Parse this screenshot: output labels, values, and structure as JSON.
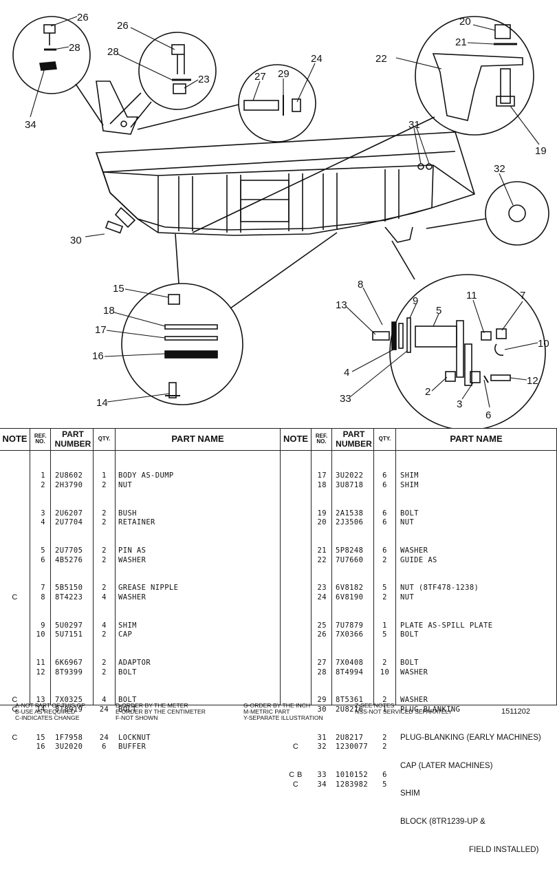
{
  "diagram": {
    "callouts": [
      "26",
      "28",
      "34",
      "26",
      "28",
      "23",
      "27",
      "29",
      "24",
      "20",
      "21",
      "22",
      "19",
      "31",
      "32",
      "30",
      "15",
      "18",
      "17",
      "16",
      "14",
      "8",
      "13",
      "9",
      "5",
      "11",
      "7",
      "10",
      "4",
      "33",
      "2",
      "3",
      "12",
      "6"
    ]
  },
  "table": {
    "headers": {
      "note": "NOTE",
      "ref": "REF. NO.",
      "part": "PART NUMBER",
      "qty": "QTY.",
      "name": "PART NAME"
    },
    "left": {
      "notes": [
        "",
        "",
        "",
        "",
        "",
        "",
        "",
        "C",
        "",
        "",
        "",
        "",
        "C",
        "C",
        "C",
        ""
      ],
      "refs": [
        "1",
        "2",
        "3",
        "4",
        "5",
        "6",
        "7",
        "8",
        "9",
        "10",
        "11",
        "12",
        "13",
        "14",
        "15",
        "16"
      ],
      "parts": [
        "2U8602",
        "2H3790",
        "2U6207",
        "2U7704",
        "2U7705",
        "4B5276",
        "5B5150",
        "8T4223",
        "5U0297",
        "5U7151",
        "6K6967",
        "8T9399",
        "7X0325",
        "8T8919",
        "1F7958",
        "3U2020"
      ],
      "qtys": [
        "1",
        "2",
        "2",
        "2",
        "2",
        "2",
        "2",
        "4",
        "4",
        "2",
        "2",
        "2",
        "4",
        "24",
        "24",
        "6"
      ],
      "names": [
        "BODY AS-DUMP",
        "NUT",
        "BUSH",
        "RETAINER",
        "PIN AS",
        "WASHER",
        "GREASE NIPPLE",
        "WASHER",
        "SHIM",
        "CAP",
        "ADAPTOR",
        "BOLT",
        "BOLT",
        "BOLT",
        "LOCKNUT",
        "BUFFER"
      ]
    },
    "right": {
      "notes": [
        "",
        "",
        "",
        "",
        "",
        "",
        "",
        "",
        "",
        "",
        "",
        "",
        "",
        "",
        "",
        "C",
        "C B",
        "C"
      ],
      "refs": [
        "17",
        "18",
        "19",
        "20",
        "21",
        "22",
        "23",
        "24",
        "25",
        "26",
        "27",
        "28",
        "29",
        "30",
        "31",
        "32",
        "33",
        "34"
      ],
      "parts": [
        "3U2022",
        "3U8718",
        "2A1538",
        "2J3506",
        "5P8248",
        "7U7660",
        "6V8182",
        "6V8190",
        "7U7879",
        "7X0366",
        "7X0408",
        "8T4994",
        "8T5361",
        "2U8216",
        "2U8217",
        "1230077",
        "1010152",
        "1283982"
      ],
      "qtys": [
        "6",
        "6",
        "6",
        "6",
        "6",
        "2",
        "5",
        "2",
        "1",
        "5",
        "2",
        "10",
        "2",
        "1",
        "2",
        "2",
        "6",
        "5"
      ],
      "names": [
        "SHIM",
        "SHIM",
        "BOLT",
        "NUT",
        "WASHER",
        "GUIDE AS",
        "NUT (8TF478-1238)",
        "NUT",
        "PLATE AS-SPILL PLATE",
        "BOLT",
        "BOLT",
        "WASHER",
        "WASHER",
        "PLUG-BLANKING",
        "PLUG-BLANKING (EARLY MACHINES)",
        "CAP (LATER MACHINES)",
        "SHIM",
        "BLOCK (8TR1239-UP &",
        "FIELD INSTALLED)"
      ]
    }
  },
  "legend": {
    "col1": [
      "A-NOT PART OF THIS GP.",
      "B-USE AS REQUIRED",
      "C-INDICATES CHANGE"
    ],
    "col2": [
      "D-ORDER BY THE METER",
      "E-ORDER BY THE CENTIMETER",
      "F-NOT SHOWN"
    ],
    "col3": [
      "G-ORDER BY THE INCH",
      "M-METRIC PART",
      "Y-SEPARATE ILLUSTRATION"
    ],
    "col4": [
      "Z-SEE NOTES",
      "NSS-NOT SERVICED SEPARATELY"
    ],
    "doc_number": "1511202"
  }
}
